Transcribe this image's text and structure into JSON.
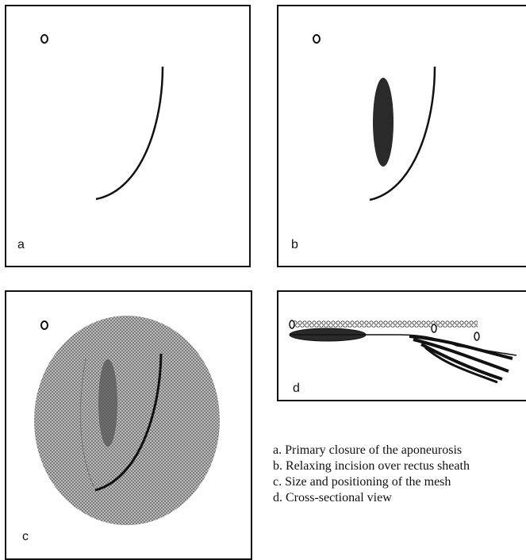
{
  "panels": {
    "a": {
      "letter": "a"
    },
    "b": {
      "letter": "b"
    },
    "c": {
      "letter": "c"
    },
    "d": {
      "letter": "d"
    }
  },
  "legend": [
    "a. Primary closure of the aponeurosis",
    "b. Relaxing incision over rectus sheath",
    "c. Size and positioning of the mesh",
    "d. Cross-sectional view"
  ],
  "colors": {
    "ink": "#111111",
    "mesh": "#bdbdbd",
    "incision": "#2a2a2a"
  }
}
